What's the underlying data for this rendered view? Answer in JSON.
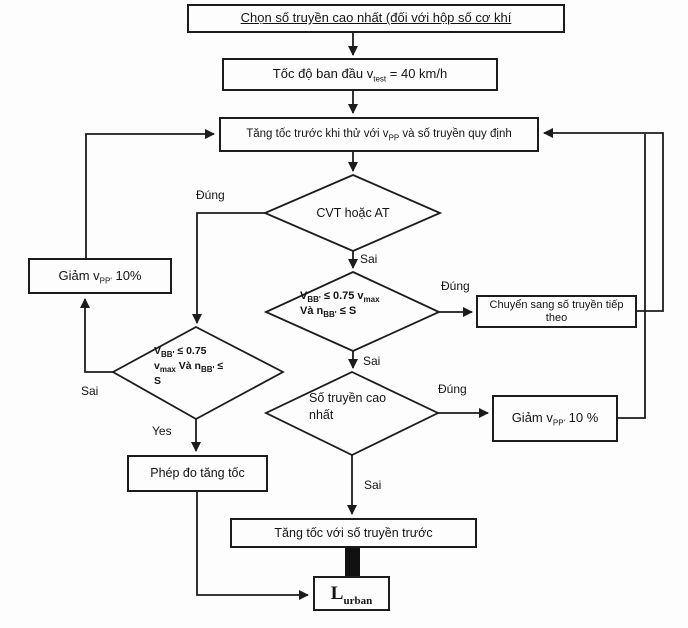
{
  "colors": {
    "line": "#1c1c1c",
    "background": "#fdfdfd",
    "text": "#141414"
  },
  "nodes": {
    "choose_gear": {
      "label": "Chọn số truyền cao nhất (đối với hộp số cơ khí"
    },
    "initial_speed": {
      "pre": "Tốc độ ban đầu v",
      "sub": "test",
      "post": " = 40 km/h"
    },
    "pre_accel": {
      "pre": "Tăng tốc trước khi thử với v",
      "sub": "PP",
      "post": " và số truyền quy định"
    },
    "cvt_decision": {
      "label": "CVT hoặc AT"
    },
    "reduce_vpp_left": {
      "pre": "Giảm v",
      "sub": "PP'",
      "post": " 10%"
    },
    "bb_decision_center": {
      "l1a": "V",
      "l1a_sub": "BB'",
      "l1b": " ≤ 0.75 v",
      "l1b_sub": "max",
      "l2a": "Và n",
      "l2a_sub": "BB'",
      "l2b": " ≤ S"
    },
    "next_gear": {
      "label": "Chuyển sang số truyền tiếp theo"
    },
    "bb_decision_left": {
      "l1a": "V",
      "l1a_sub": "BB'",
      "l1b": " ≤ 0.75",
      "l2a": "v",
      "l2a_sub": "max",
      "l2b": " Và n",
      "l2b_sub": "BB'",
      "l2c": " ≤",
      "l3": "S"
    },
    "highest_gear_decision": {
      "line1": "Số truyền cao",
      "line2": "nhất"
    },
    "reduce_vpp_right": {
      "pre": "Giảm v",
      "sub": "PP'",
      "post": " 10 %"
    },
    "accel_measurement": {
      "label": "Phép đo tăng tốc"
    },
    "accel_prev_gear": {
      "label": "Tăng tốc với số truyền trước"
    },
    "l_urban": {
      "pre": "L",
      "sub": "urban"
    }
  },
  "edge_labels": {
    "cvt_true": "Đúng",
    "cvt_false": "Sai",
    "bb_center_true": "Đúng",
    "bb_center_false": "Sai",
    "highest_true": "Đúng",
    "highest_false": "Sai",
    "bb_left_false": "Sai",
    "bb_left_true": "Yes"
  }
}
